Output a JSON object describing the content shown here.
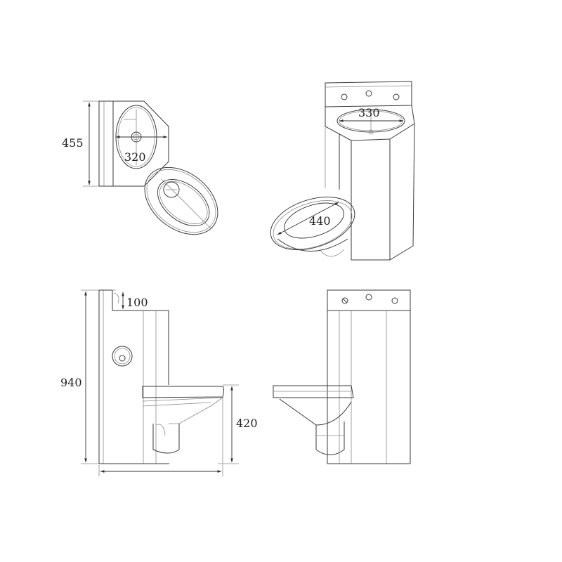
{
  "drawing": {
    "subject": "Stainless steel toilet with integrated wash basin",
    "background": "#ffffff",
    "line_color": "#3a3a3a"
  },
  "views": {
    "top_plan": {
      "dimensions": {
        "depth": "455",
        "basin_width": "320"
      }
    },
    "isometric": {
      "dimensions": {
        "basin_width": "330",
        "bowl_diagonal": "440"
      }
    },
    "side_elevation": {
      "dimensions": {
        "total_height": "940",
        "top_step": "100",
        "seat_height": "420"
      }
    },
    "front_elevation": {
      "dimensions": {}
    }
  }
}
